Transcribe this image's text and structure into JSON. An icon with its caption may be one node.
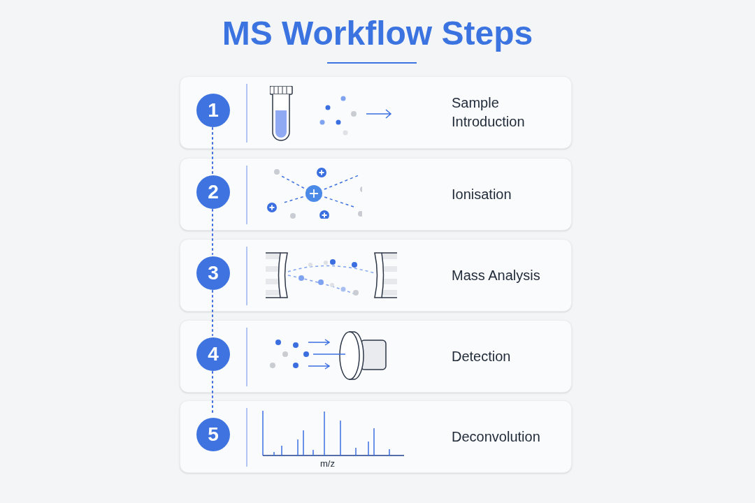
{
  "diagram": {
    "title": "MS Workflow Steps",
    "nodes": [
      {
        "text": [
          "Sample Introduction"
        ]
      },
      {
        "text": [
          "1"
        ],
        "in": 0
      },
      {
        "text": [
          "Ionisation"
        ]
      },
      {
        "text": [
          "2"
        ],
        "in": 2
      },
      {
        "text": [
          "Mass Analysis"
        ]
      },
      {
        "text": [
          "3"
        ],
        "in": 4
      },
      {
        "text": [
          "Detection"
        ]
      },
      {
        "text": [
          "4"
        ],
        "in": 6
      },
      {
        "text": [
          "Deconvolution"
        ]
      },
      {
        "text": [
          "5"
        ],
        "in": 8
      }
    ],
    "edges": [
      {
        "from": 1,
        "to": 3,
        "arrow": "none",
        "style": "dashed"
      },
      {
        "from": 3,
        "to": 5,
        "arrow": "none",
        "style": "dashed"
      },
      {
        "from": 5,
        "to": 7,
        "arrow": "none",
        "style": "dashed"
      },
      {
        "from": 7,
        "to": 9,
        "arrow": "none",
        "style": "dashed"
      }
    ],
    "labels": [
      "m/z"
    ]
  }
}
